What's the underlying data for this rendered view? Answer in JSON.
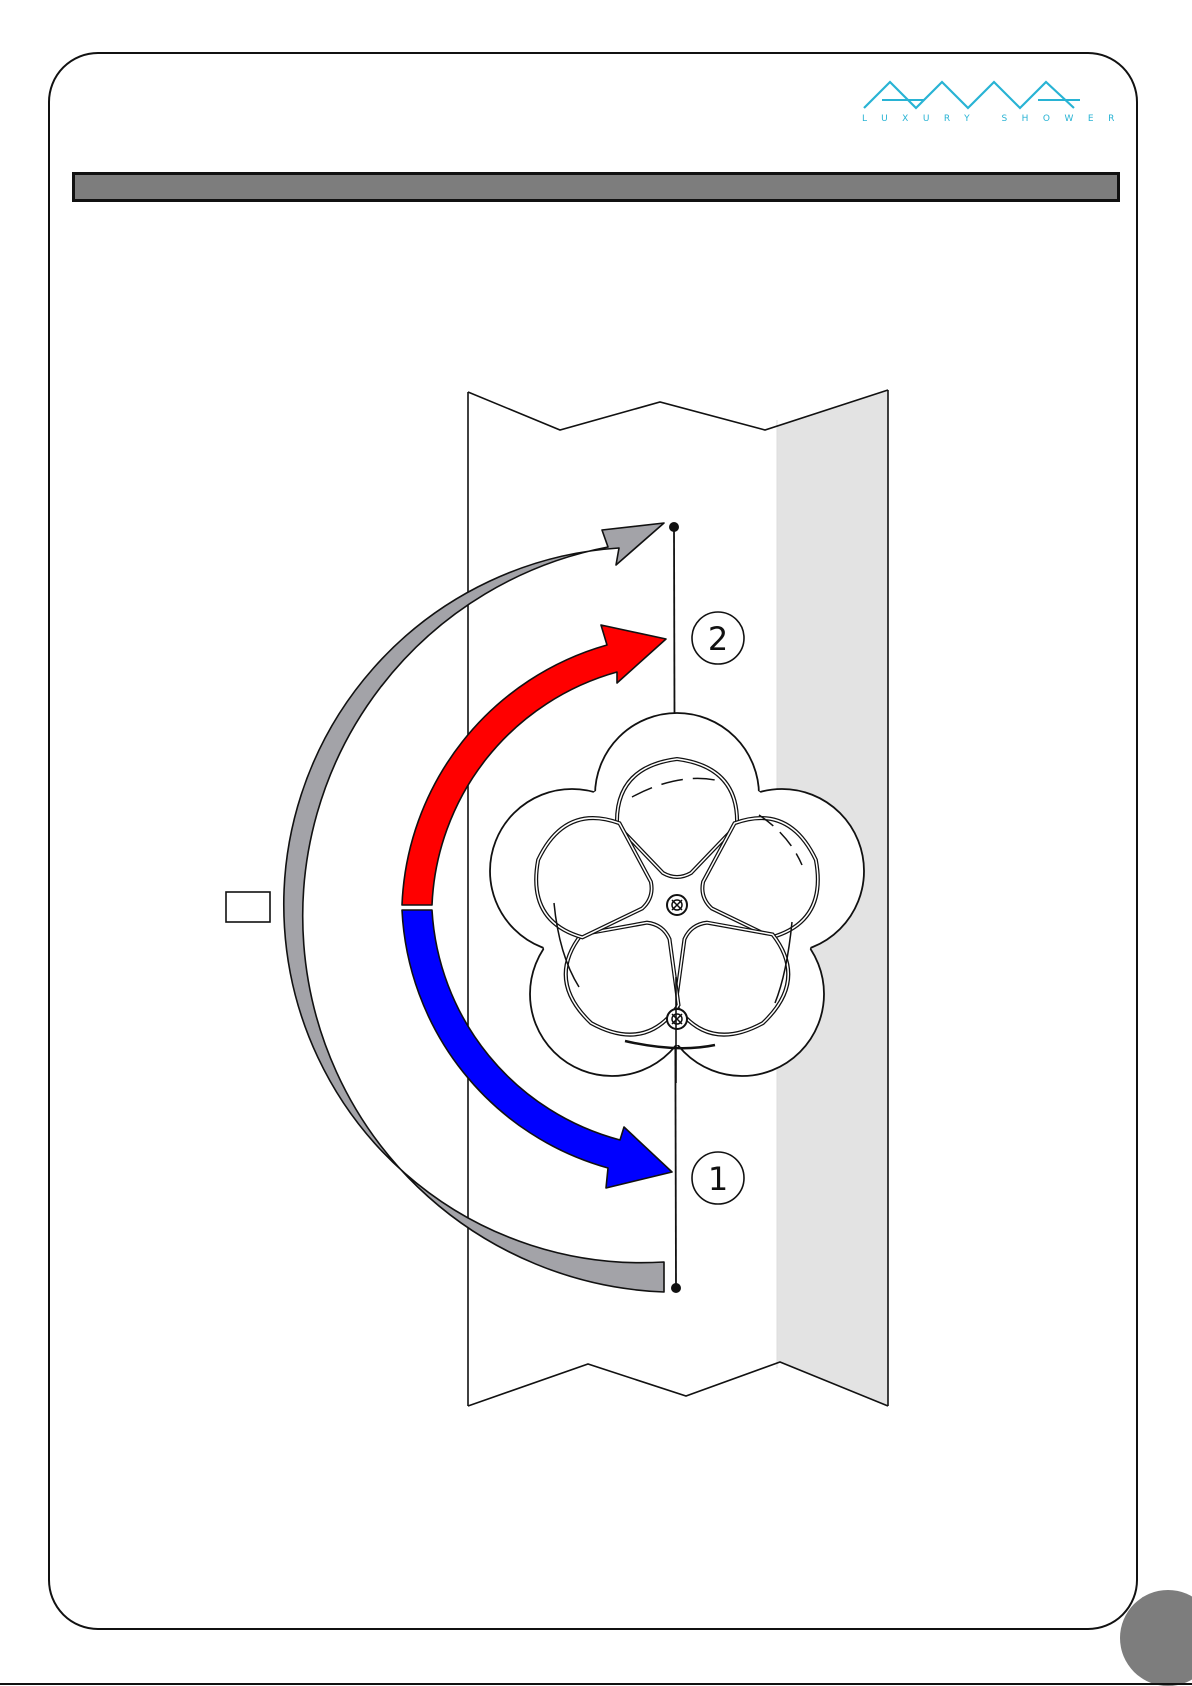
{
  "logo": {
    "tagline": "LUXURY SHOWER",
    "color": "#28b3d4"
  },
  "diagram": {
    "position_1_label": "1",
    "position_2_label": "2",
    "angle_label": "",
    "colors": {
      "hot_arrow": "#ff0000",
      "cold_arrow": "#0000ff",
      "range_arrow": "#a3a3a8",
      "wall_side": "#e3e3e3"
    },
    "icons": [
      "handle-icon",
      "hot-arrow-icon",
      "cold-arrow-icon",
      "rotation-range-arrow-icon"
    ]
  },
  "page": {
    "section_title": "",
    "page_number": ""
  }
}
